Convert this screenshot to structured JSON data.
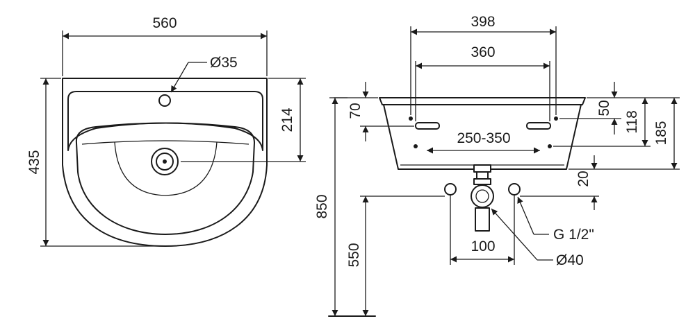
{
  "front_view": {
    "width_label": "560",
    "tap_hole_label": "Ø35",
    "height_label": "435",
    "depth_label": "214"
  },
  "side_view": {
    "bracket_outer_label": "398",
    "bracket_inner_label": "360",
    "bracket_range_label": "250-350",
    "dim_70_label": "70",
    "dim_50_label": "50",
    "dim_118_label": "118",
    "dim_185_label": "185",
    "dim_20_label": "20",
    "dim_850_label": "850",
    "dim_550_label": "550",
    "dim_100_label": "100",
    "thread_label": "G 1/2\"",
    "waste_label": "Ø40"
  }
}
